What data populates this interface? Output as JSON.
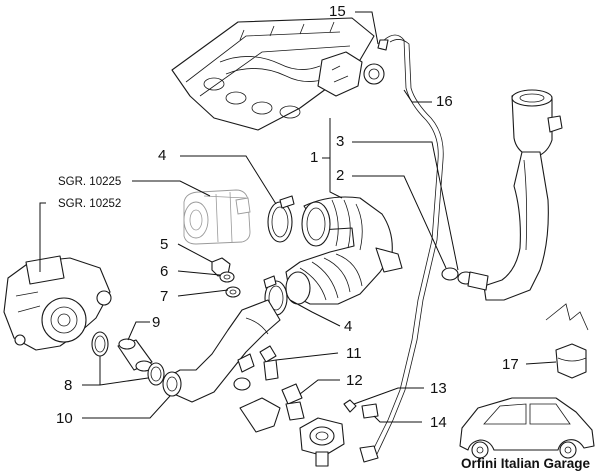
{
  "references": {
    "group_a": "SGR. 10225",
    "group_b": "SGR. 10252"
  },
  "callouts": {
    "c1": "1",
    "c2": "2",
    "c3": "3",
    "c4_top": "4",
    "c4_bottom": "4",
    "c5": "5",
    "c6": "6",
    "c7": "7",
    "c8": "8",
    "c9": "9",
    "c10": "10",
    "c11": "11",
    "c12": "12",
    "c13": "13",
    "c14": "14",
    "c15": "15",
    "c16": "16",
    "c17": "17"
  },
  "watermark": "Orfini Italian Garage"
}
